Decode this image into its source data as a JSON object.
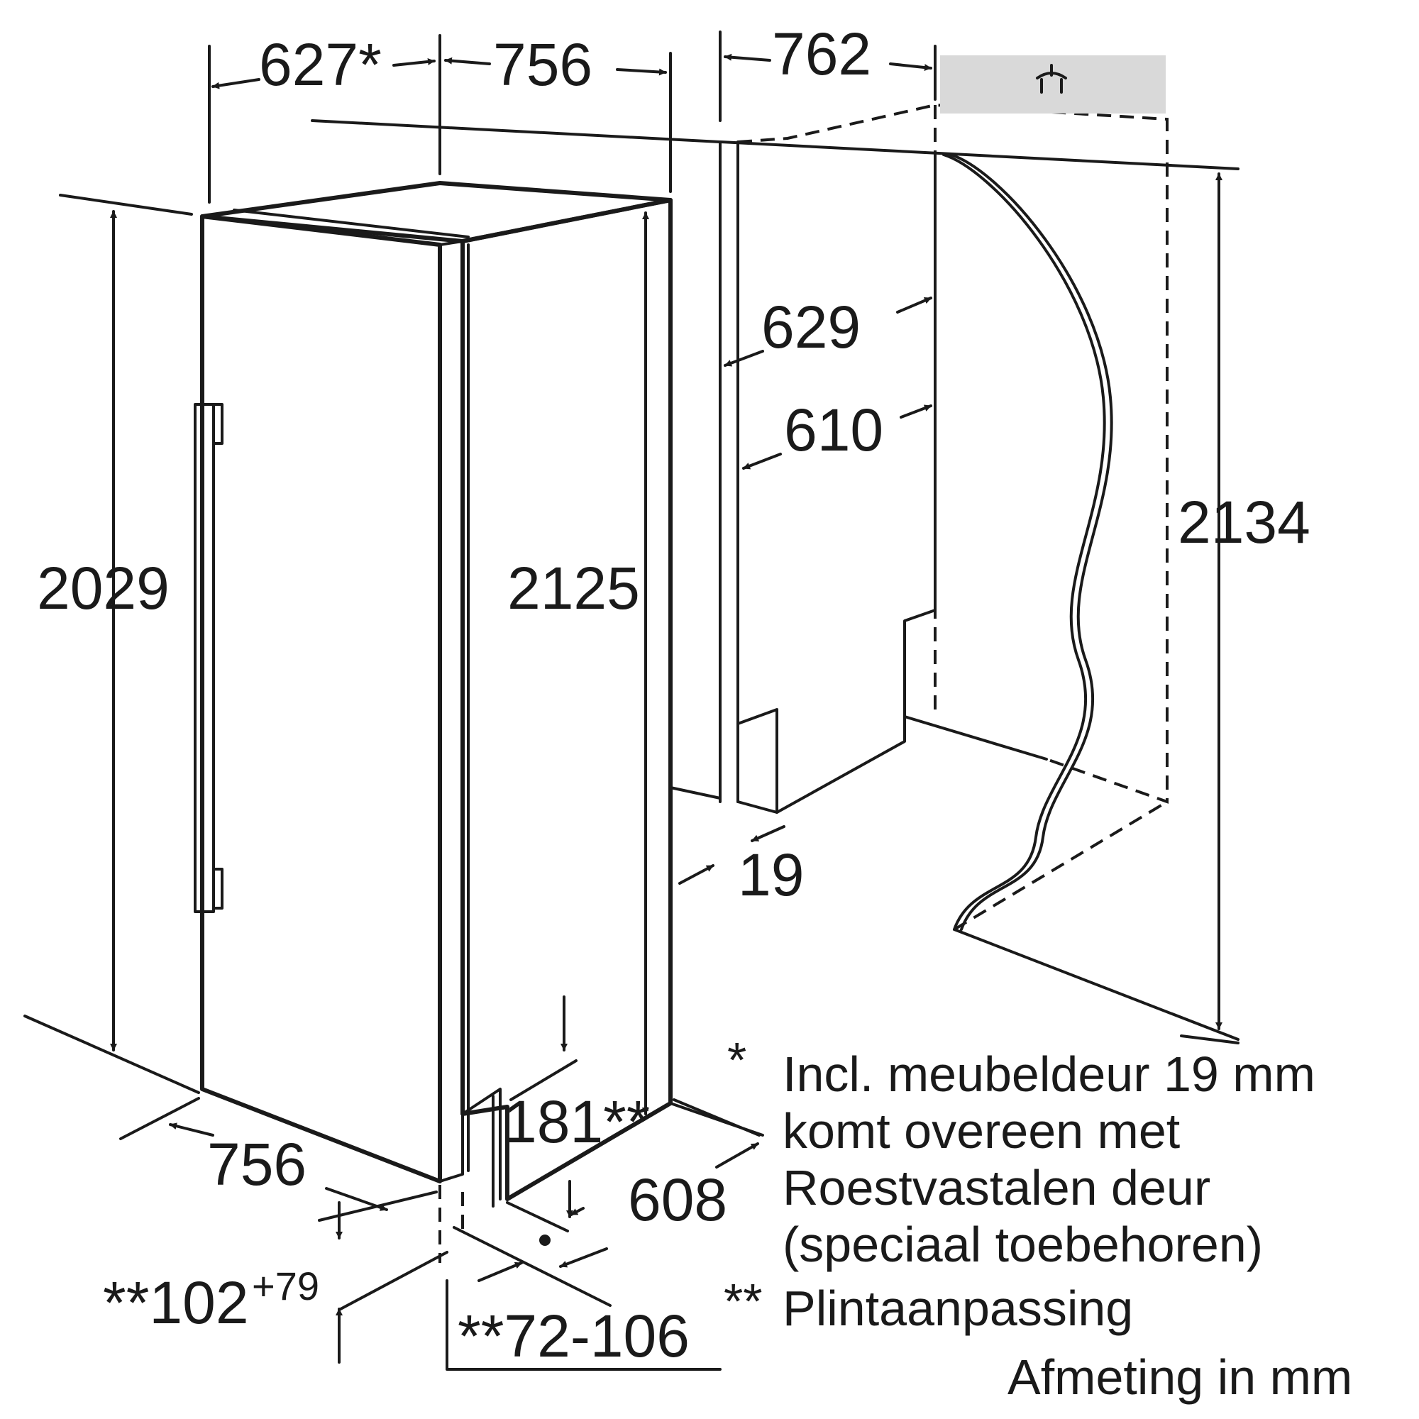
{
  "dimensions": {
    "top_depth_with_door": "627*",
    "top_width": "756",
    "niche_depth": "762",
    "niche_inner_629": "629",
    "niche_inner_610": "610",
    "panel_thickness": "19",
    "appliance_height": "2029",
    "door_height": "2125",
    "niche_height": "2134",
    "base_width": "756",
    "base_depth": "608",
    "plinth_height_1": "181**",
    "plinth_height_2_base": "**102",
    "plinth_height_2_sup": "+79",
    "plinth_range": "**72-106"
  },
  "notes": {
    "star1_marker": "*",
    "line1": "Incl. meubeldeur 19 mm",
    "line2": "komt overeen met",
    "line3": "Roestvastalen deur",
    "line4": "(speciaal toebehoren)",
    "star2_marker": "**",
    "line5": "Plintaanpassing",
    "units": "Afmeting in mm"
  },
  "colors": {
    "line": "#1a1a1a",
    "ventilation_box": "#d9d9d9"
  },
  "icons": {
    "ventilation_symbol": "ventilation-grille-icon",
    "dimension_arrow": "arrow-icon"
  }
}
